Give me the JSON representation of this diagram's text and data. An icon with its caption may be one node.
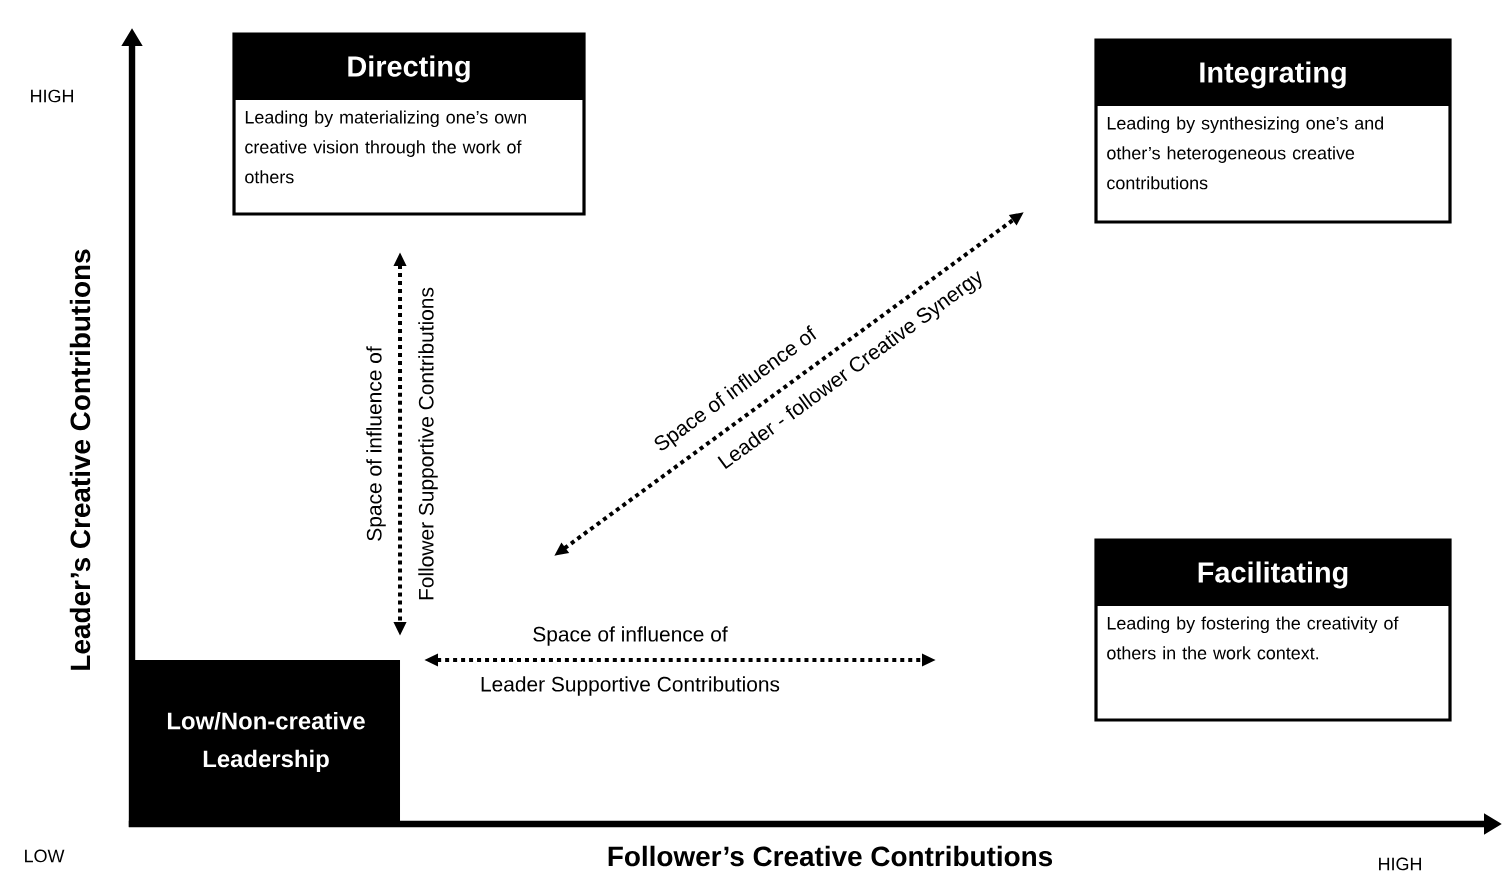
{
  "diagram": {
    "nodes": [
      {
        "text": [
          "Directing",
          "Leading by materializing one’s own creative vision through the work of others"
        ]
      },
      {
        "text": [
          "Integrating",
          "Leading by synthesizing one’s and other’s heterogeneous creative contributions"
        ]
      },
      {
        "text": [
          "Facilitating",
          "Leading by fostering the creativity of others in the work context."
        ]
      },
      {
        "text": [
          "Low/Non-creative Leadership"
        ]
      }
    ],
    "edges": [],
    "labels": [
      "HIGH",
      "Leader’s Creative Contributions",
      "Space of influence of",
      "Follower Supportive Contributions",
      "Space of influence of",
      "Leader - follower Creative Synergy",
      "Space of influence of",
      "Leader Supportive Contributions",
      "LOW",
      "Follower’s Creative Contributions",
      "HIGH"
    ]
  }
}
